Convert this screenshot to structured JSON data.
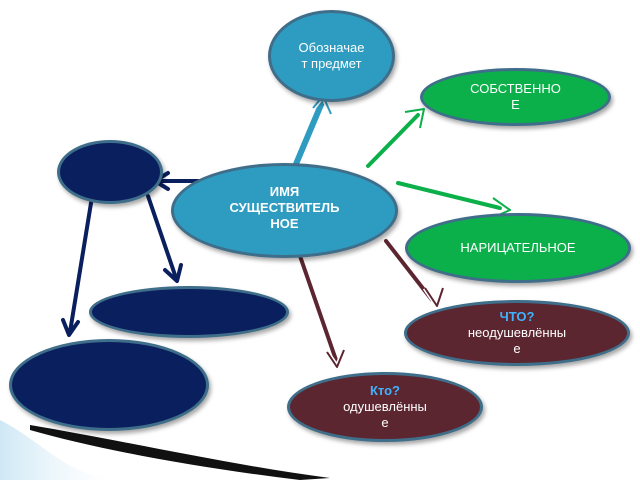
{
  "colors": {
    "navy": "#0a1f5e",
    "teal": "#2e9cc1",
    "green": "#0cb04a",
    "maroon": "#5b2630",
    "oval_border": "#3f6e8a",
    "question_accent": "#3fb3ff"
  },
  "nodes": {
    "center": {
      "label_lines": [
        "ИМЯ",
        "СУЩЕСТВИТЕЛЬ",
        "НОЕ"
      ]
    },
    "designates": {
      "label_lines": [
        "Обозначае",
        "т предмет"
      ]
    },
    "proper": {
      "label_lines": [
        "СОБСТВЕННО",
        "Е"
      ]
    },
    "common": {
      "label": "НАРИЦАТЕЛЬНОЕ"
    },
    "inanimate": {
      "question": "ЧТО?",
      "label_lines": [
        "неодушевлённы",
        "е"
      ]
    },
    "animate": {
      "question": "Кто?",
      "label_lines": [
        "одушевлённы",
        "е"
      ]
    }
  },
  "decor": {
    "corner_bar": "light-blue-wave",
    "swoosh": "black-swoosh"
  }
}
